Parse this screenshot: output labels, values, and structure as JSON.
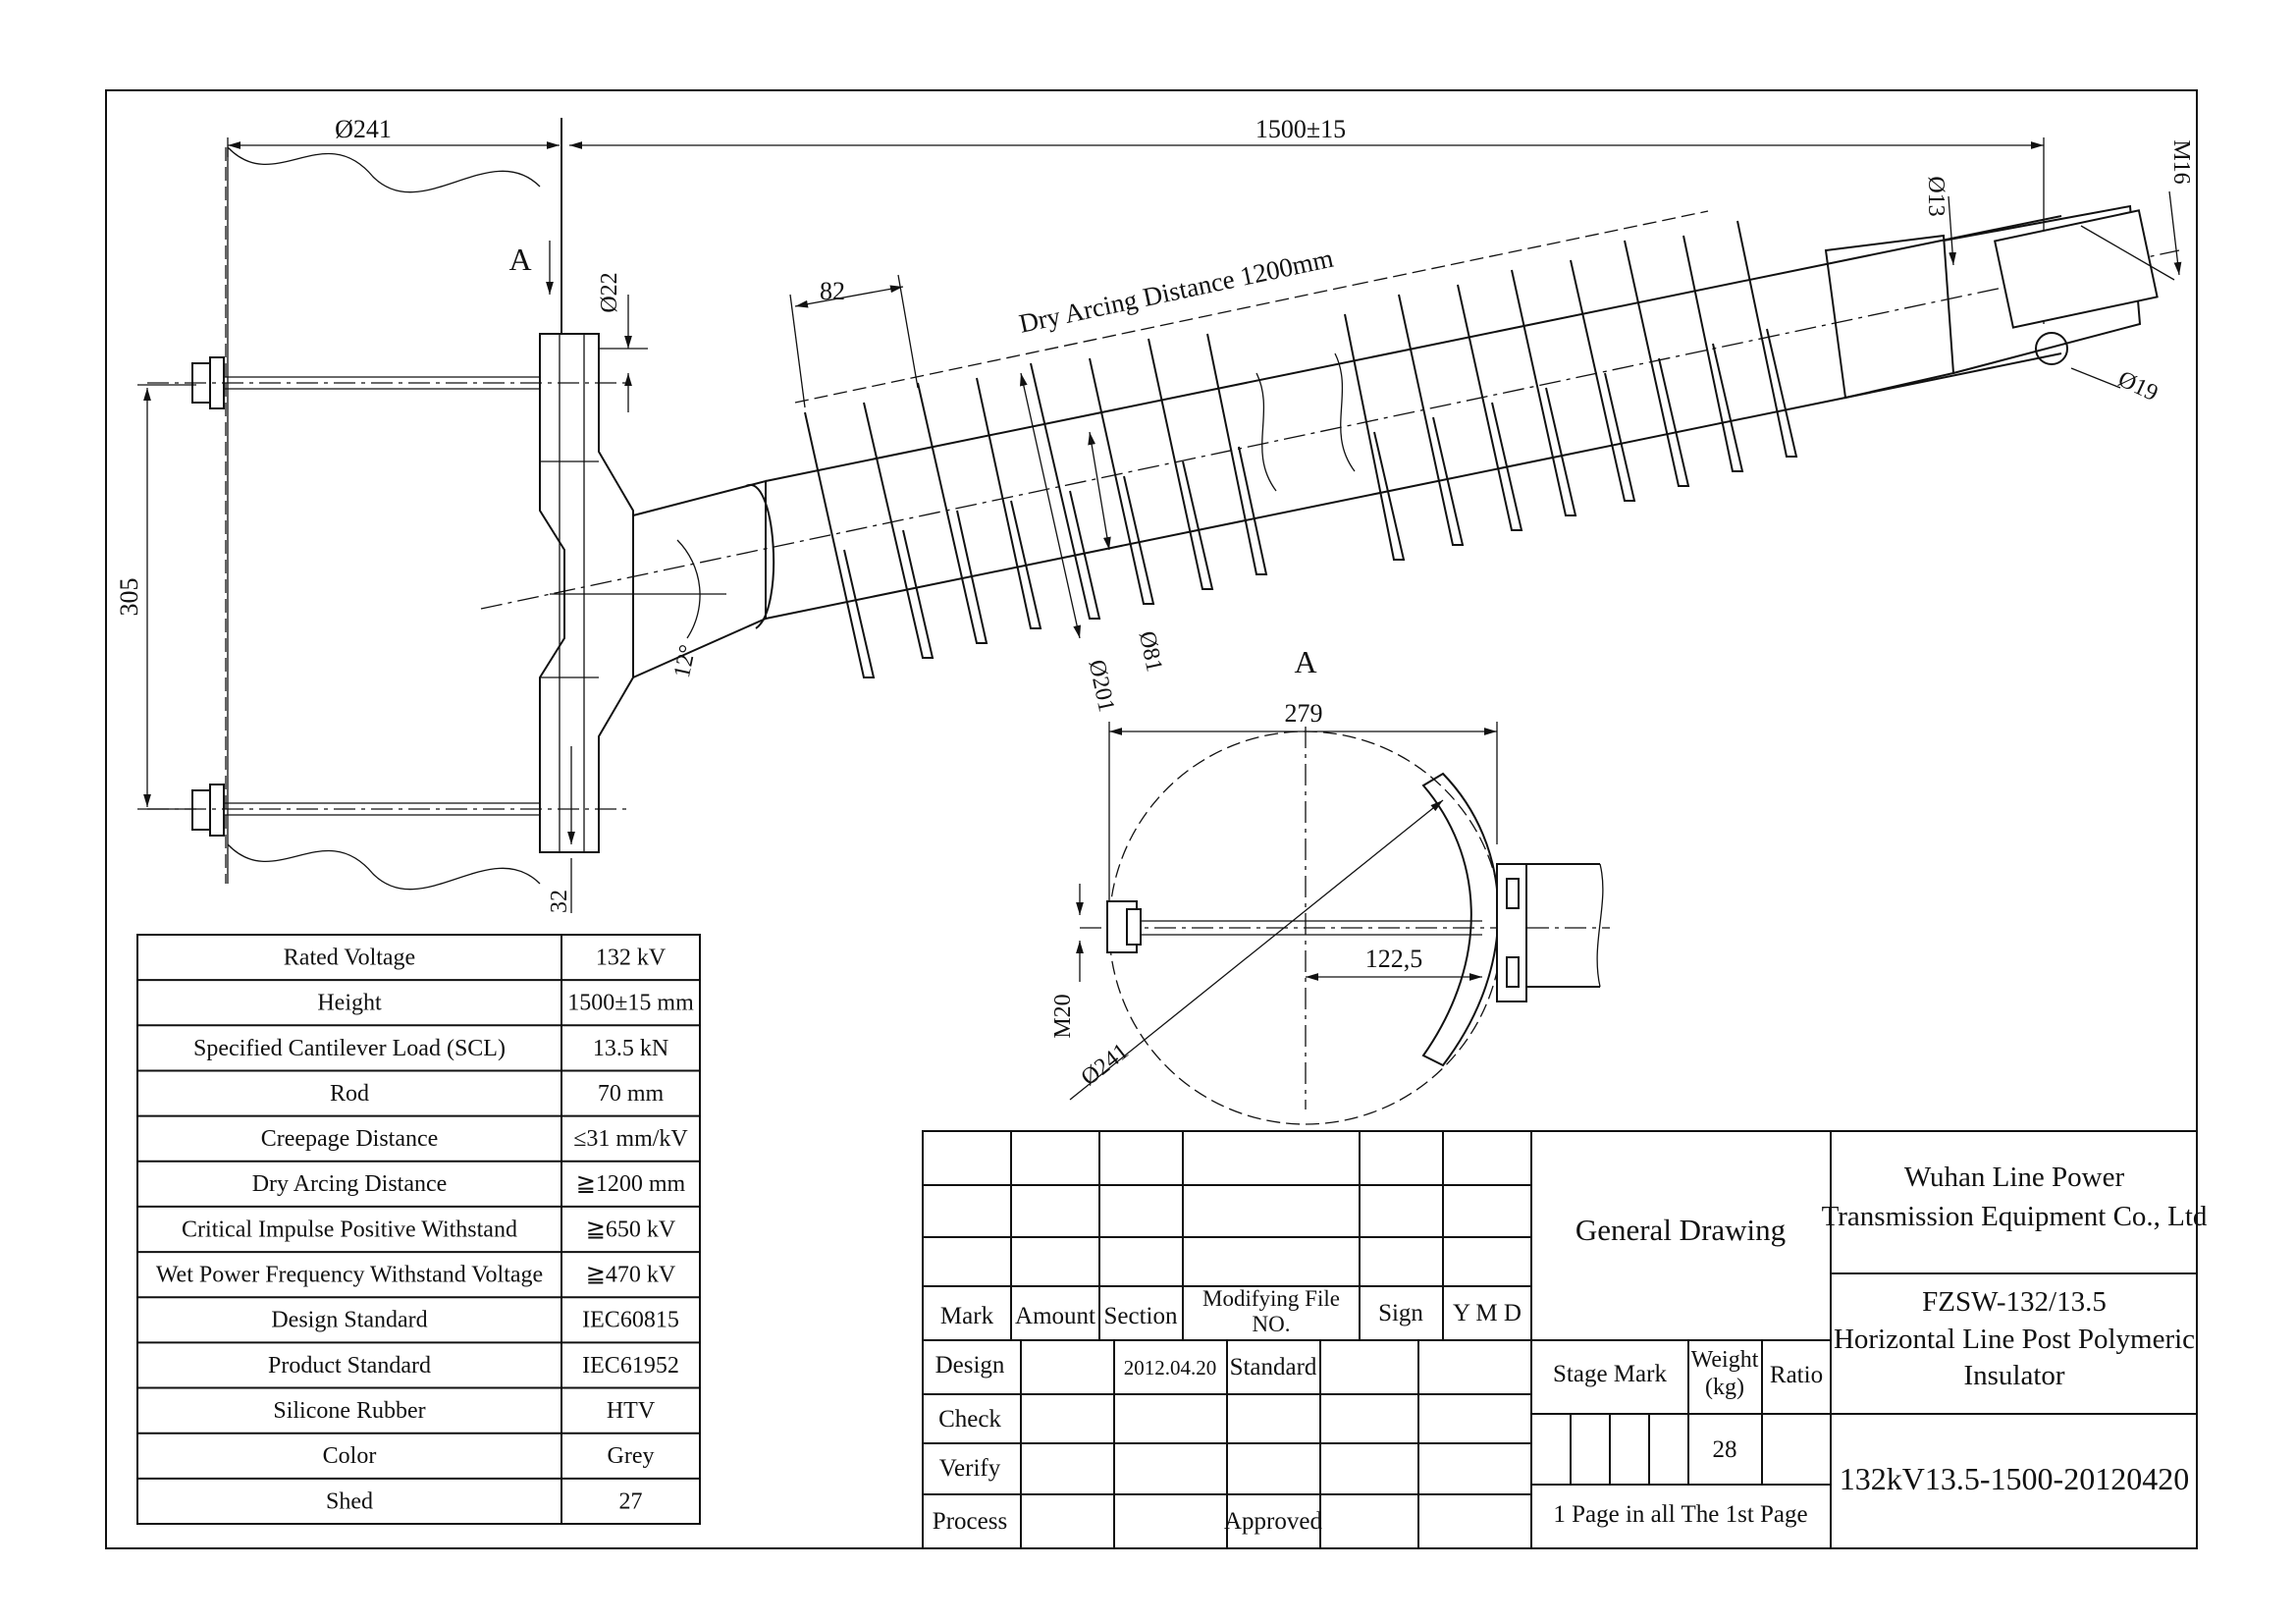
{
  "drawing": {
    "dimensions": {
      "top_left": "Ø241",
      "top_span": "1500±15",
      "m16": "M16",
      "d13": "Ø13",
      "d19": "Ø19",
      "d22": "Ø22",
      "shed_pitch": "82",
      "dry_arcing": "Dry Arcing Distance  1200mm",
      "angle": "12°",
      "bolt_spacing": "305",
      "bottom_32": "32",
      "d201": "Ø201",
      "d81": "Ø81",
      "view_label_a": "A",
      "section_a_label": "A",
      "section_width": "279",
      "section_offset": "122,5",
      "section_m20": "M20",
      "section_d241": "Ø241"
    }
  },
  "spec_table": {
    "rows": [
      {
        "label": "Rated Voltage",
        "value": "132 kV"
      },
      {
        "label": "Height",
        "value": "1500±15 mm"
      },
      {
        "label": "Specified Cantilever Load (SCL)",
        "value": "13.5 kN"
      },
      {
        "label": "Rod",
        "value": "70 mm"
      },
      {
        "label": "Creepage Distance",
        "value": "≤31 mm/kV"
      },
      {
        "label": "Dry Arcing Distance",
        "value": "≧1200 mm"
      },
      {
        "label": "Critical Impulse Positive Withstand",
        "value": "≧650 kV"
      },
      {
        "label": "Wet Power Frequency Withstand Voltage",
        "value": "≧470 kV"
      },
      {
        "label": "Design Standard",
        "value": "IEC60815"
      },
      {
        "label": "Product Standard",
        "value": "IEC61952"
      },
      {
        "label": "Silicone Rubber",
        "value": "HTV"
      },
      {
        "label": "Color",
        "value": "Grey"
      },
      {
        "label": "Shed",
        "value": "27"
      }
    ]
  },
  "title_block": {
    "mark": "Mark",
    "amount": "Amount",
    "section": "Section",
    "modifying_file_1": "Modifying File",
    "modifying_file_2": "NO.",
    "sign": "Sign",
    "ymd": "Y M D",
    "design": "Design",
    "design_date": "2012.04.20",
    "standard": "Standard",
    "check": "Check",
    "verify": "Verify",
    "process": "Process",
    "approved": "Approved",
    "general_drawing": "General Drawing",
    "stage_mark": "Stage Mark",
    "weight_1": "Weight",
    "weight_2": "(kg)",
    "ratio": "Ratio",
    "weight_value": "28",
    "pages": "1 Page in all The 1st Page",
    "company_1": "Wuhan Line Power",
    "company_2": "Transmission Equipment Co., Ltd",
    "model": "FZSW-132/13.5",
    "product_1": "Horizontal Line Post Polymeric",
    "product_2": "Insulator",
    "drawing_no": "132kV13.5-1500-20120420"
  }
}
